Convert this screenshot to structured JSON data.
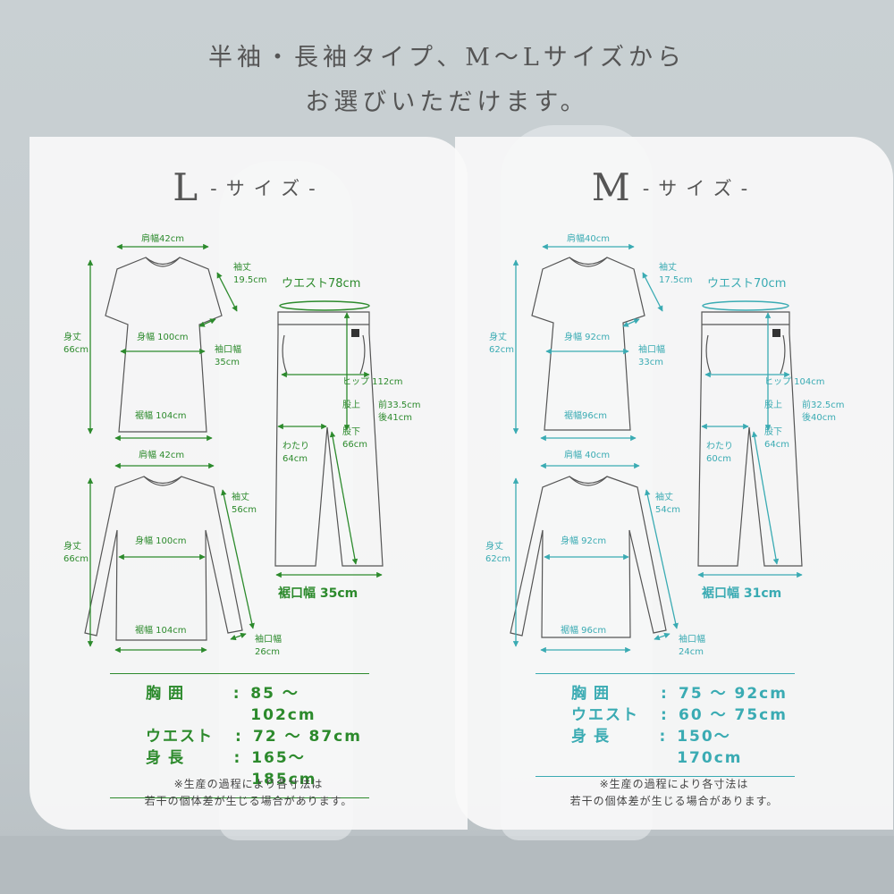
{
  "headline": {
    "line1": "半袖・長袖タイプ、M〜Lサイズから",
    "line2": "お選びいただけます。"
  },
  "colors": {
    "L": "#2c8a2c",
    "M": "#3aabb3"
  },
  "panels": {
    "L": {
      "size_letter": "L",
      "size_word": "-サイズ-",
      "tshirt": {
        "shoulder": "肩幅42cm",
        "length_label": "身丈",
        "length": "66cm",
        "sleeve_label": "袖丈",
        "sleeve": "19.5cm",
        "body_width": "身幅 100cm",
        "cuff_label": "袖口幅",
        "cuff": "35cm",
        "hem": "裾幅 104cm"
      },
      "longsleeve": {
        "shoulder": "肩幅 42cm",
        "length_label": "身丈",
        "length": "66cm",
        "sleeve_label": "袖丈",
        "sleeve": "56cm",
        "body_width": "身幅 100cm",
        "hem": "裾幅 104cm",
        "cuff_label": "袖口幅",
        "cuff": "26cm"
      },
      "pants": {
        "waist": "ウエスト78cm",
        "hip": "ヒップ 112cm",
        "rise_label": "股上",
        "rise_front": "前33.5cm",
        "rise_back": "後41cm",
        "thigh_label": "わたり",
        "thigh": "64cm",
        "inseam_label": "股下",
        "inseam": "66cm",
        "cuff": "裾口幅 35cm"
      },
      "specs": [
        {
          "key": "胸囲",
          "value": "85 〜 102cm"
        },
        {
          "key": "ウエスト",
          "value": "72 〜 87cm"
        },
        {
          "key": "身長",
          "value": "165〜185cm"
        }
      ],
      "note_line1": "※生産の過程により各寸法は",
      "note_line2": "若干の個体差が生じる場合があります。"
    },
    "M": {
      "size_letter": "M",
      "size_word": "-サイズ-",
      "tshirt": {
        "shoulder": "肩幅40cm",
        "length_label": "身丈",
        "length": "62cm",
        "sleeve_label": "袖丈",
        "sleeve": "17.5cm",
        "body_width": "身幅 92cm",
        "cuff_label": "袖口幅",
        "cuff": "33cm",
        "hem": "裾幅96cm"
      },
      "longsleeve": {
        "shoulder": "肩幅 40cm",
        "length_label": "身丈",
        "length": "62cm",
        "sleeve_label": "袖丈",
        "sleeve": "54cm",
        "body_width": "身幅 92cm",
        "hem": "裾幅 96cm",
        "cuff_label": "袖口幅",
        "cuff": "24cm"
      },
      "pants": {
        "waist": "ウエスト70cm",
        "hip": "ヒップ 104cm",
        "rise_label": "股上",
        "rise_front": "前32.5cm",
        "rise_back": "後40cm",
        "thigh_label": "わたり",
        "thigh": "60cm",
        "inseam_label": "股下",
        "inseam": "64cm",
        "cuff": "裾口幅 31cm"
      },
      "specs": [
        {
          "key": "胸囲",
          "value": "75 〜 92cm"
        },
        {
          "key": "ウエスト",
          "value": "60 〜 75cm"
        },
        {
          "key": "身長",
          "value": "150〜170cm"
        }
      ],
      "note_line1": "※生産の過程により各寸法は",
      "note_line2": "若干の個体差が生じる場合があります。"
    }
  }
}
